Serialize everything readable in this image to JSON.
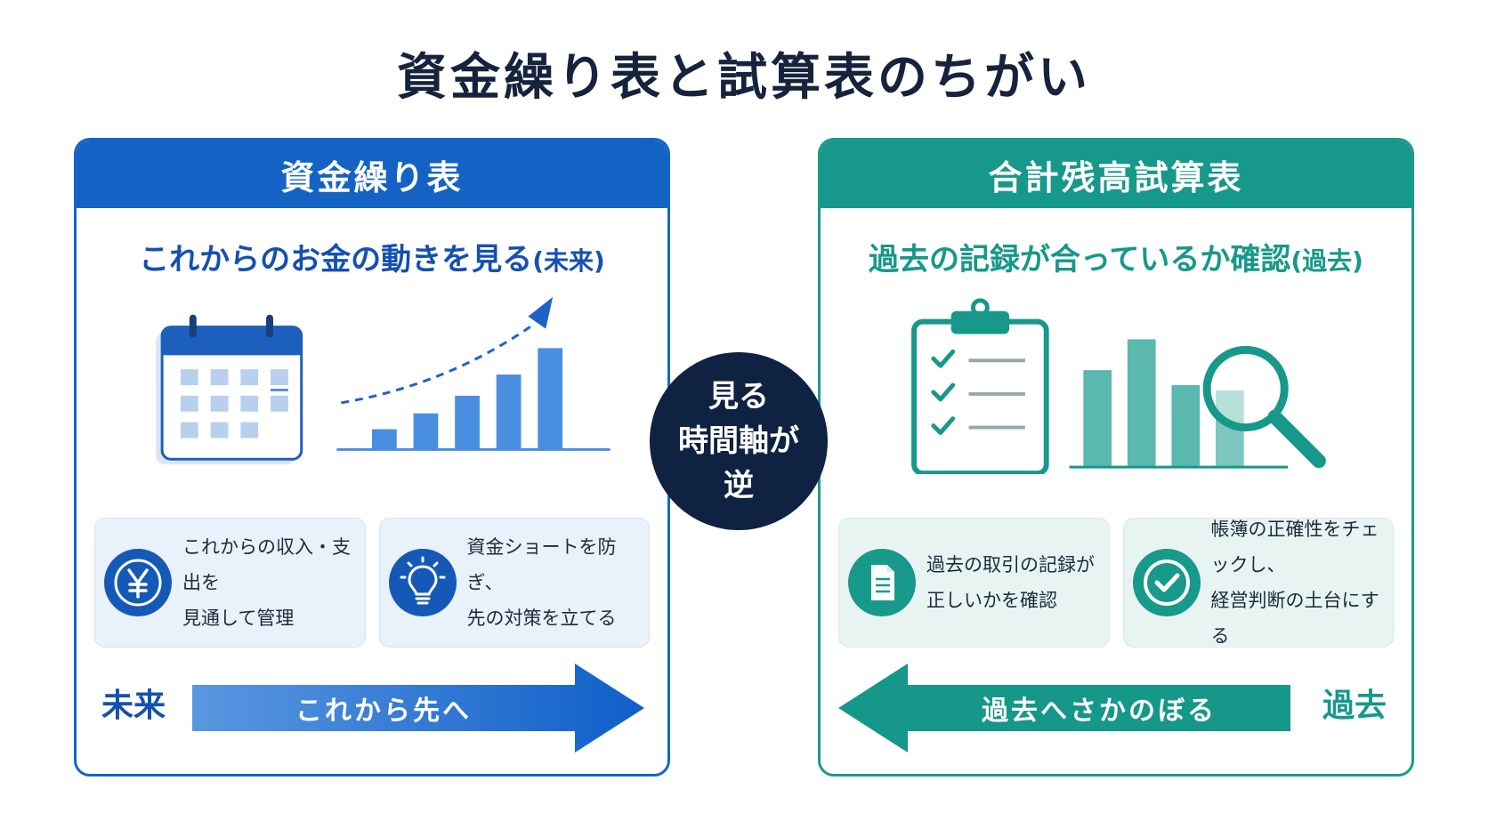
{
  "title": "資金繰り表と試算表のちがい",
  "center_badge": {
    "lines": [
      "見る",
      "時間軸が",
      "逆"
    ]
  },
  "left": {
    "header": "資金繰り表",
    "subtitle": "これからのお金の動きを見る",
    "subtitle_tag": "(未来)",
    "cards": [
      {
        "icon": "yen-icon",
        "text": "これからの収入・支出を\n見通して管理"
      },
      {
        "icon": "lightbulb-icon",
        "text": "資金ショートを防ぎ、\n先の対策を立てる"
      }
    ],
    "time_label": "未来",
    "arrow_text": "これから先へ",
    "colors": {
      "primary": "#1463c4",
      "card_bg": "#e9f1fb",
      "bar": "#4a8ee0"
    }
  },
  "right": {
    "header": "合計残高試算表",
    "subtitle": "過去の記録が合っているか確認",
    "subtitle_tag": "(過去)",
    "cards": [
      {
        "icon": "document-icon",
        "text": "過去の取引の記録が\n正しいかを確認"
      },
      {
        "icon": "check-circle-icon",
        "text": "帳簿の正確性をチェックし、\n経営判断の土台にする"
      }
    ],
    "time_label": "過去",
    "arrow_text": "過去へさかのぼる",
    "colors": {
      "primary": "#16988a",
      "card_bg": "#e8f4f2",
      "bar": "#5bb8ae"
    }
  }
}
